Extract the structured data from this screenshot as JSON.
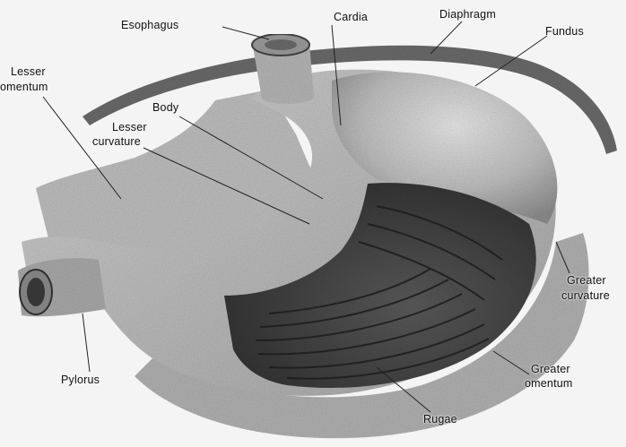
{
  "labels": {
    "esophagus": "Esophagus",
    "cardia": "Cardia",
    "diaphragm": "Diaphragm",
    "fundus": "Fundus",
    "lesser_omentum_1": "Lesser",
    "lesser_omentum_2": "omentum",
    "body": "Body",
    "lesser_curvature_1": "Lesser",
    "lesser_curvature_2": "curvature",
    "greater_curvature_1": "Greater",
    "greater_curvature_2": "curvature",
    "pylorus": "Pylorus",
    "greater_omentum_1": "Greater",
    "greater_omentum_2": "omentum",
    "rugae": "Rugae"
  },
  "colors": {
    "background": "#f4f4f4",
    "stomach_surface": "#c9c9c9",
    "stomach_shadow": "#8a8a8a",
    "interior": "#4a4a4a",
    "rugae": "#2a2a2a",
    "omentum": "#b5b5b5",
    "diaphragm": "#5a5a5a",
    "leader_line": "#222222"
  }
}
